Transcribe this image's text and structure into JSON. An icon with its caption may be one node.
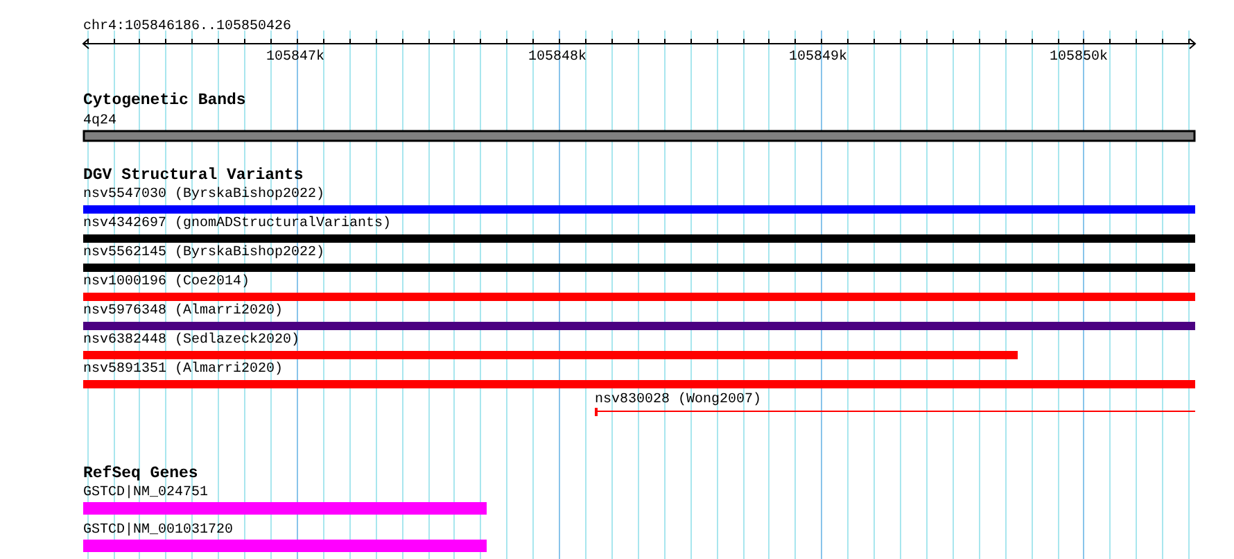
{
  "diagram": {
    "nodes": [
      {
        "text": [
          "Cytogenetic Bands"
        ]
      },
      {
        "text": [
          "4q24"
        ],
        "in": 0
      },
      {
        "text": [
          "DGV Structural Variants"
        ]
      },
      {
        "text": [
          "nsv5547030 (ByrskaBishop2022)"
        ],
        "in": 2
      },
      {
        "text": [
          "nsv4342697 (gnomADStructuralVariants)"
        ],
        "in": 2
      },
      {
        "text": [
          "nsv5562145 (ByrskaBishop2022)"
        ],
        "in": 2
      },
      {
        "text": [
          "nsv1000196 (Coe2014)"
        ],
        "in": 2
      },
      {
        "text": [
          "nsv5976348 (Almarri2020)"
        ],
        "in": 2
      },
      {
        "text": [
          "nsv6382448 (Sedlazeck2020)"
        ],
        "in": 2
      },
      {
        "text": [
          "nsv5891351 (Almarri2020)"
        ],
        "in": 2
      },
      {
        "text": [
          "nsv830028 (Wong2007)"
        ],
        "in": 2
      },
      {
        "text": [
          "RefSeq Genes"
        ]
      },
      {
        "text": [
          "GSTCD|NM_024751"
        ],
        "in": 11
      },
      {
        "text": [
          "GSTCD|NM_001031720"
        ],
        "in": 11
      }
    ],
    "edges": [],
    "labels": [
      "chr4:105846186..105850426",
      "105847k",
      "105848k",
      "105849k",
      "105850k"
    ]
  }
}
